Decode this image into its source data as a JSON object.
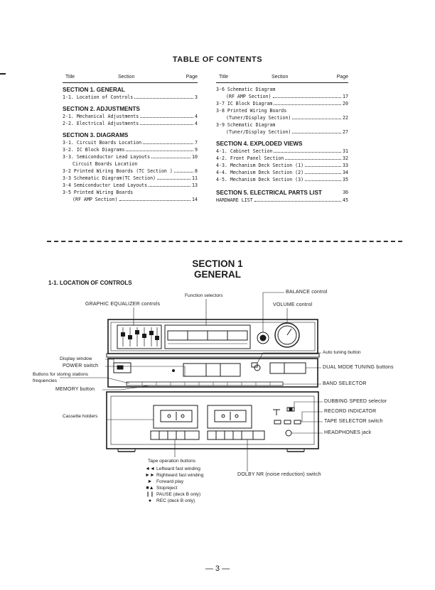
{
  "toc": {
    "title": "TABLE OF CONTENTS",
    "header": {
      "title": "Title",
      "section": "Section",
      "page": "Page"
    },
    "left": {
      "s1_head": "SECTION 1. GENERAL",
      "s1_e1_t": "1-1. Location of Controls",
      "s1_e1_p": "3",
      "s2_head": "SECTION 2. ADJUSTMENTS",
      "s2_e1_t": "2-1. Mechanical Adjustments",
      "s2_e1_p": "4",
      "s2_e2_t": "2-2. Electrical Adjustments",
      "s2_e2_p": "4",
      "s3_head": "SECTION 3. DIAGRAMS",
      "s3_e1_t": "3-1. Circuit Boards Location",
      "s3_e1_p": "7",
      "s3_e2_t": "3-2. IC Block Diagrams",
      "s3_e2_p": "9",
      "s3_e3_t": "3-3. Semiconductor Lead Layouts",
      "s3_e3_p": "10",
      "s3_e3_cont": "Circuit Boards Location",
      "s3_e4_t": "3-2 Printed Wiring Boards (TC Section )",
      "s3_e4_p": "8",
      "s3_e5_t": "3-3 Schematic Diagram(TC Section)",
      "s3_e5_p": "11",
      "s3_e6_t": "3-4 Semiconductor Lead Layouts",
      "s3_e6_p": "13",
      "s3_e7_t": "3-5 Printed Wiring Boards",
      "s3_e7_sub_t": "(RF AMP Section)",
      "s3_e7_sub_p": "14"
    },
    "right": {
      "r_e1_t": "3-6 Schematic Diagram",
      "r_e1_sub_t": "(RF AMP Section)",
      "r_e1_sub_p": "17",
      "r_e2_t": "3-7 IC Block Diagram",
      "r_e2_p": "20",
      "r_e3_t": "3-8 Printed Wiring Boards",
      "r_e3_sub_t": "(Tuner/Display Section)",
      "r_e3_sub_p": "22",
      "r_e4_t": "3-9 Schematic Diagram",
      "r_e4_sub_t": "(Tuner/Display Section)",
      "r_e4_sub_p": "27",
      "s4_head": "SECTION 4. EXPLODED VIEWS",
      "s4_e1_t": "4-1. Cabinet Section",
      "s4_e1_p": "31",
      "s4_e2_t": "4-2. Front Panel Section",
      "s4_e2_p": "32",
      "s4_e3_t": "4-3. Mechanism Deck Section (1)",
      "s4_e3_p": "33",
      "s4_e4_t": "4-4. Mechanism Deck Section (2)",
      "s4_e4_p": "34",
      "s4_e5_t": "4-5. Mechanism Deck Section (3)",
      "s4_e5_p": "35",
      "s5_head": "SECTION 5. ELECTRICAL PARTS LIST",
      "s5_p": "36",
      "s5_e1_t": "HARDWARE LIST",
      "s5_e1_p": "45"
    }
  },
  "section1": {
    "line1": "SECTION 1",
    "line2": "GENERAL",
    "subhead": "1-1.  LOCATION OF CONTROLS"
  },
  "labels": {
    "function_selectors": "Function selectors",
    "graphic_eq": "GRAPHIC EQUALIZER controls",
    "balance": "BALANCE control",
    "volume": "VOLUME control",
    "auto_tuning": "Auto tuning button",
    "display_window": "Display window",
    "power": "POWER switch",
    "dual_mode": "DUAL MODE TUNING buttons",
    "storing1": "Buttons for storing stations",
    "storing2": "frequencies",
    "band_selector": "BAND SELECTOR",
    "memory": "MEMORY button",
    "dubbing": "DUBBING SPEED selector",
    "record_ind": "RECORD INDICATOR",
    "cassette": "Cassette holders",
    "tape_selector": "TAPE SELECTOR switch",
    "headphones": "HEADPHONES jack",
    "dolby": "DOLBY NR (noise reduction) switch",
    "tape_ops": "Tape operation buttons"
  },
  "tape_ops": [
    {
      "sym": "◄◄",
      "text": "Leftward fast winding"
    },
    {
      "sym": "►►",
      "text": "Rightward fast winding"
    },
    {
      "sym": "►",
      "text": "Forward play"
    },
    {
      "sym": "■▲",
      "text": "Stop/eject"
    },
    {
      "sym": "❙❙",
      "text": "PAUSE (deck B only)"
    },
    {
      "sym": "●",
      "text": "REC (deck B only)"
    }
  ],
  "page_number": "— 3 —"
}
